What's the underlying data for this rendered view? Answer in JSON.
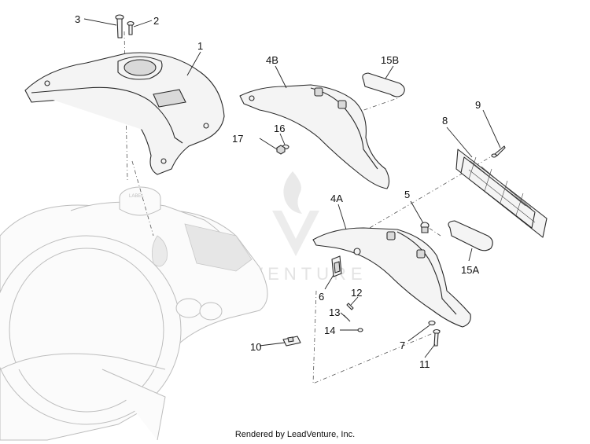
{
  "callouts": [
    "1",
    "2",
    "3",
    "4A",
    "4B",
    "5",
    "6",
    "7",
    "8",
    "9",
    "10",
    "11",
    "12",
    "13",
    "14",
    "15A",
    "15B",
    "16",
    "17"
  ],
  "watermark": "LEADVENTURE",
  "footer": "Rendered by LeadVenture, Inc."
}
